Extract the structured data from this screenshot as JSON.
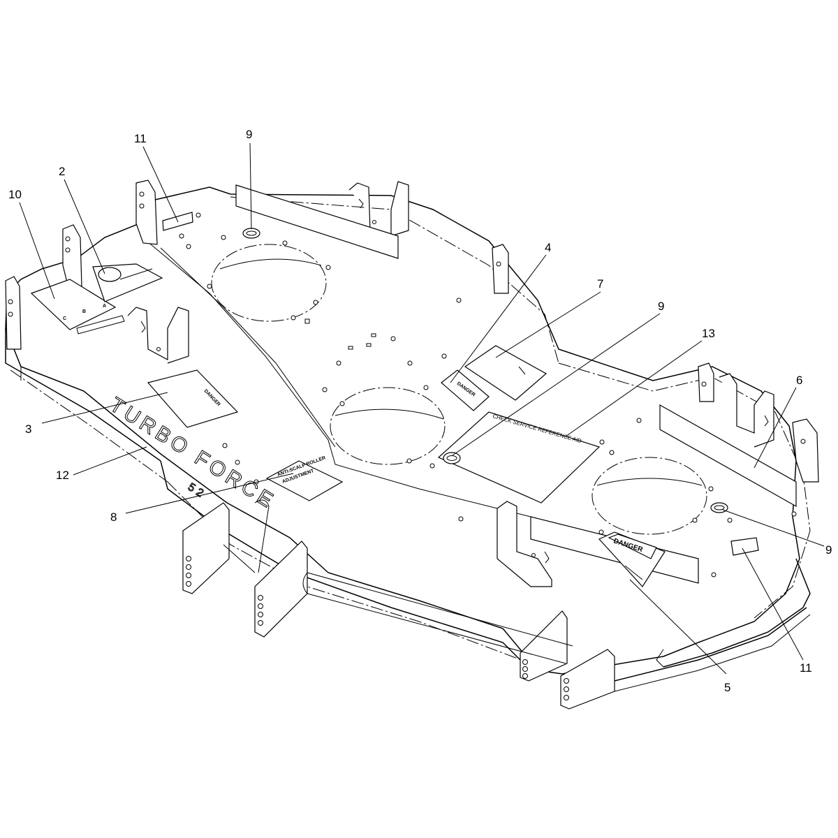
{
  "callouts": [
    {
      "id": "1",
      "label": "11"
    },
    {
      "id": "2",
      "label": "9"
    },
    {
      "id": "3",
      "label": "2"
    },
    {
      "id": "4",
      "label": "10"
    },
    {
      "id": "5",
      "label": "4"
    },
    {
      "id": "6",
      "label": "7"
    },
    {
      "id": "7",
      "label": "9"
    },
    {
      "id": "8",
      "label": "13"
    },
    {
      "id": "9",
      "label": "6"
    },
    {
      "id": "10",
      "label": "3"
    },
    {
      "id": "11",
      "label": "12"
    },
    {
      "id": "12",
      "label": "8"
    },
    {
      "id": "13",
      "label": "9"
    },
    {
      "id": "14",
      "label": "11"
    },
    {
      "id": "15",
      "label": "5"
    }
  ],
  "decals": {
    "danger_main": "DANGER",
    "danger_small": "DANGER",
    "danger_side": "DANGER",
    "service_aid": "CHECK SERVICE REFERENCE AID",
    "roller_line1": "ANTI-SCALP ROLLER",
    "roller_line2": "ADJUSTMENT",
    "stencil_brand": "TURBO FORCE",
    "stencil_size": "52",
    "height_letters": [
      "A",
      "B",
      "C"
    ]
  }
}
